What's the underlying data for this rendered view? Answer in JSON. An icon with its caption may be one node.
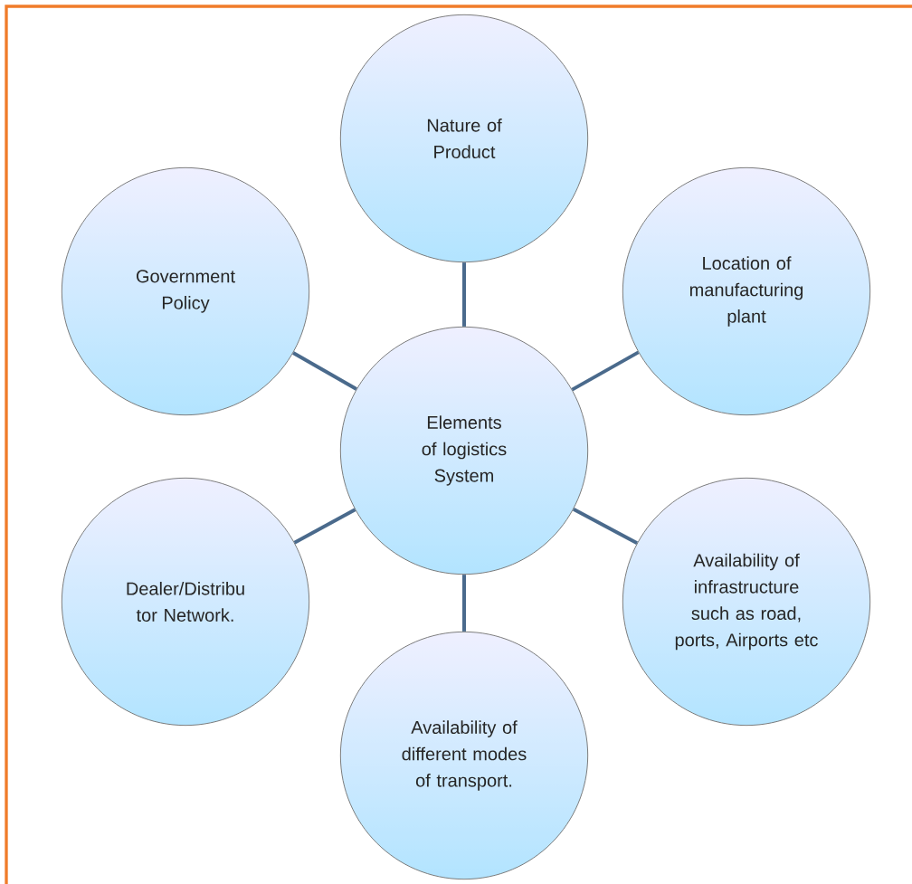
{
  "diagram": {
    "nodes": [
      {
        "text": [
          "Nature of Product"
        ]
      },
      {
        "text": [
          "Government Policy"
        ]
      },
      {
        "text": [
          "Location of manufacturing plant"
        ]
      },
      {
        "text": [
          "Elements of logistics System"
        ]
      },
      {
        "text": [
          "Dealer/Distribu tor Network."
        ]
      },
      {
        "text": [
          "Availability of infrastructure such as road, ports, Airports etc"
        ]
      },
      {
        "text": [
          "Availability of different modes of transport."
        ]
      }
    ],
    "edges": [
      {
        "from": 3,
        "to": 0,
        "arrow": "none"
      },
      {
        "from": 3,
        "to": 1,
        "arrow": "none"
      },
      {
        "from": 3,
        "to": 2,
        "arrow": "none"
      },
      {
        "from": 3,
        "to": 4,
        "arrow": "none"
      },
      {
        "from": 3,
        "to": 5,
        "arrow": "none"
      },
      {
        "from": 3,
        "to": 6,
        "arrow": "none"
      }
    ]
  }
}
